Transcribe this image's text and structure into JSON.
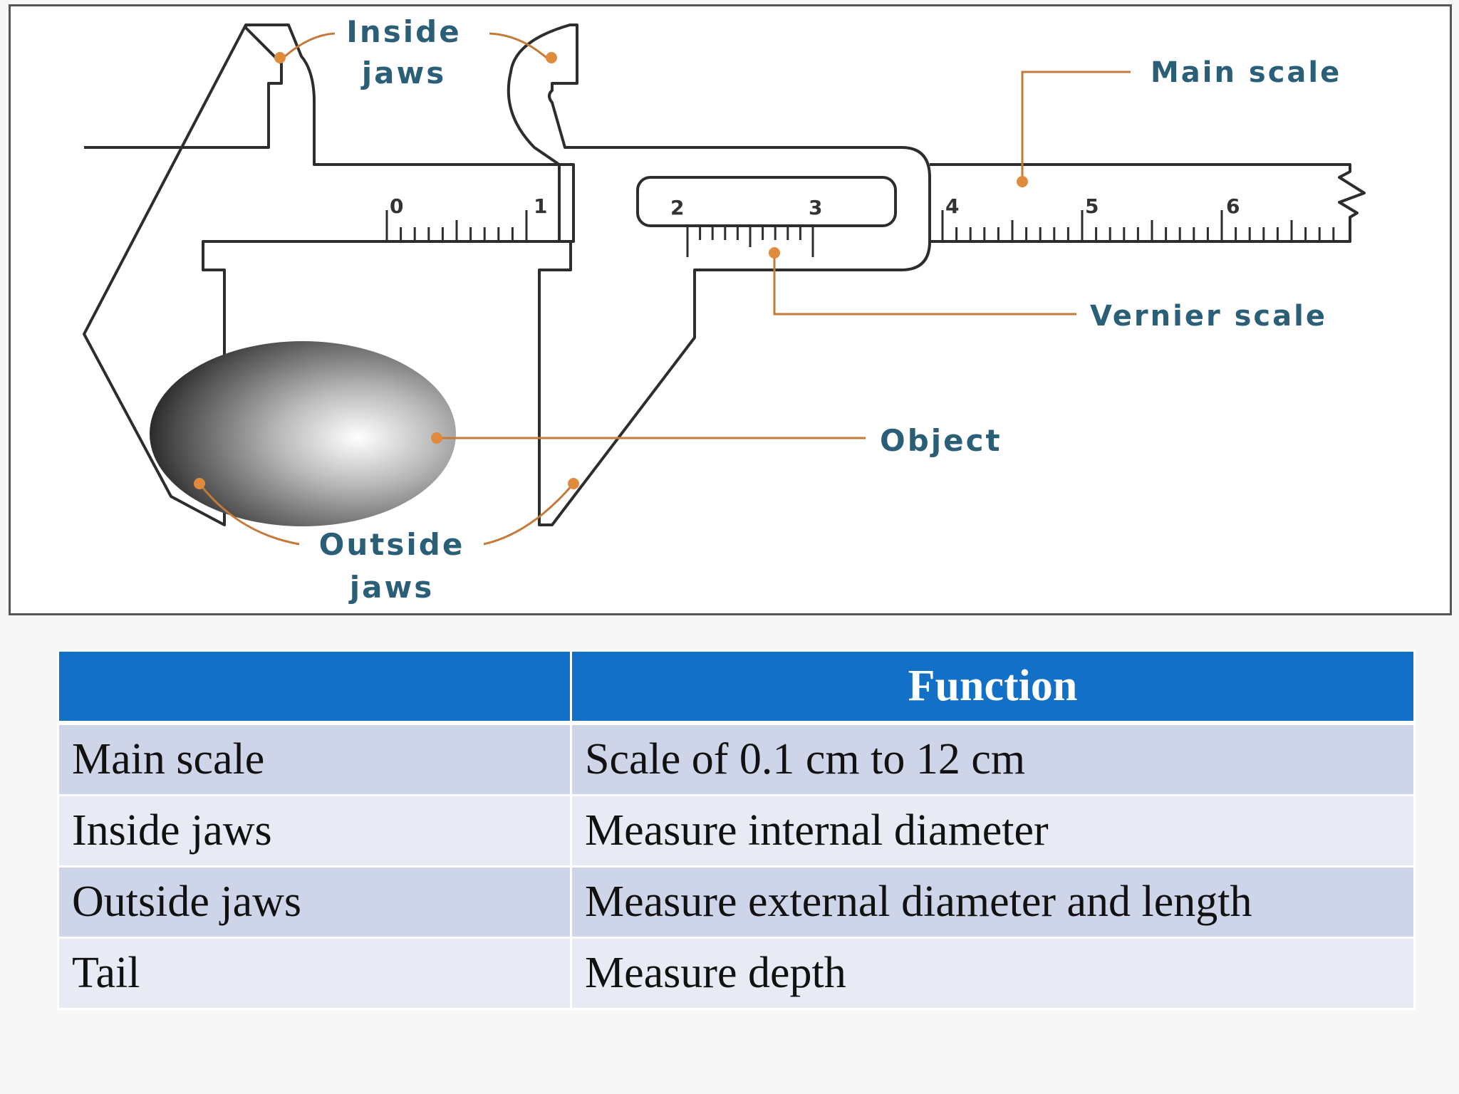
{
  "diagram": {
    "labels": {
      "inside_jaws_line1": "Inside",
      "inside_jaws_line2": "jaws",
      "main_scale": "Main scale",
      "vernier_scale": "Vernier scale",
      "object": "Object",
      "outside_jaws_line1": "Outside",
      "outside_jaws_line2": "jaws"
    },
    "main_scale_numbers": [
      "0",
      "1",
      "4",
      "5",
      "6"
    ],
    "vernier_numbers": [
      "2",
      "3"
    ],
    "colors": {
      "label_text": "#2b5f78",
      "leader_line": "#c47a3a",
      "marker_dot": "#e08a3c"
    }
  },
  "table": {
    "headers": [
      "",
      "Function"
    ],
    "rows": [
      [
        "Main scale",
        "Scale of 0.1 cm to 12 cm"
      ],
      [
        "Inside jaws",
        "Measure internal diameter"
      ],
      [
        "Outside jaws",
        "Measure external diameter and length"
      ],
      [
        "Tail",
        "Measure depth"
      ]
    ],
    "colors": {
      "header_bg": "#1270c6",
      "row_odd_bg": "#cfd5e9",
      "row_even_bg": "#e8ebf4"
    }
  }
}
